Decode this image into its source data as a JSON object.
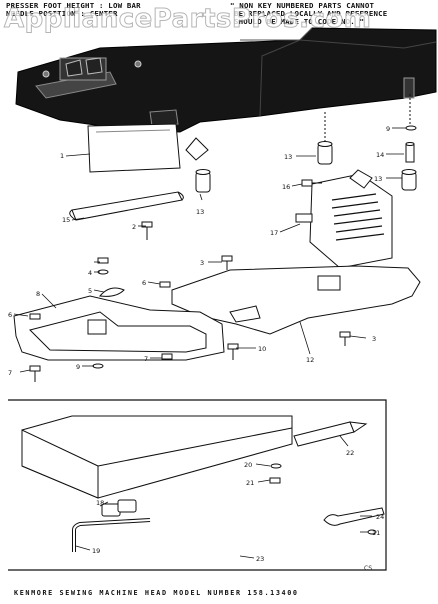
{
  "watermark": "AppliancePartsPros.com",
  "header": {
    "presser_foot": "PRESSER FOOT HEIGHT : LOW BAR",
    "needle_position": "NEEDLE POSITION : CENTER",
    "note_line1": "\" NON KEY NUMBERED PARTS CANNOT",
    "note_line2": "BE REPLACED LOCALLY AND REFERENCE",
    "note_line3": "SHOULD BE MADE TO CODE NO. \""
  },
  "footer": "KENMORE SEWING MACHINE HEAD MODEL NUMBER 158.13400",
  "code_mark": "CS",
  "callouts": {
    "c1": "1",
    "c2": "2",
    "c3a": "3",
    "c3b": "3",
    "c4": "4",
    "c5": "5",
    "c6a": "6",
    "c6b": "6",
    "c7a": "7",
    "c7b": "7",
    "c8": "8",
    "c9a": "9",
    "c9b": "9",
    "c10": "10",
    "c11": "11",
    "c12": "12",
    "c13a": "13",
    "c13b": "13",
    "c13c": "13",
    "c14": "14",
    "c15": "15",
    "c16": "16",
    "c17": "17",
    "c18": "18",
    "c19": "19",
    "c20": "20",
    "c21": "21",
    "c22": "22",
    "c23": "23",
    "c24": "24"
  }
}
